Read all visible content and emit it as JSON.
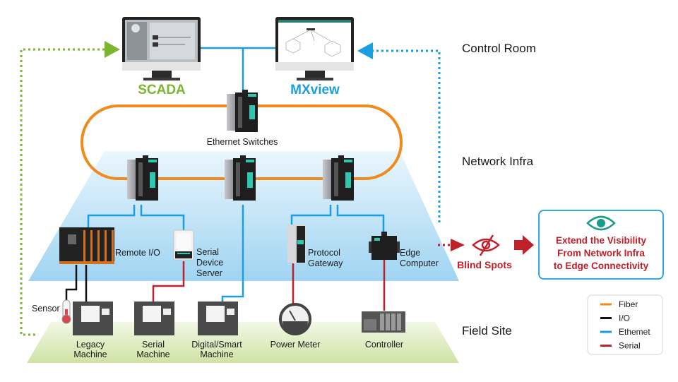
{
  "zones": {
    "control_room": "Control Room",
    "network_infra": "Network Infra",
    "field_site": "Field Site"
  },
  "apps": {
    "scada": "SCADA",
    "mxview": "MXview"
  },
  "network": {
    "switches_label": "Ethernet Switches"
  },
  "edge_devices": {
    "remote_io": "Remote I/O",
    "serial_device_server": [
      "Serial",
      "Device",
      "Server"
    ],
    "protocol_gateway": [
      "Protocol",
      "Gateway"
    ],
    "edge_computer": [
      "Edge",
      "Computer"
    ]
  },
  "field_devices": {
    "sensor": "Sensor",
    "legacy_machine": [
      "Legacy",
      "Machine"
    ],
    "serial_machine": [
      "Serial",
      "Machine"
    ],
    "digital_smart_machine": [
      "Digital/Smart",
      "Machine"
    ],
    "power_meter": "Power Meter",
    "controller": "Controller"
  },
  "blind_spots": "Blind Spots",
  "callout": [
    "Extend the Visibility",
    "From Network Infra",
    "to Edge Connectivity"
  ],
  "legend": [
    {
      "label": "Fiber",
      "color": "#f08a1c"
    },
    {
      "label": "I/O",
      "color": "#111111"
    },
    {
      "label": "Ethemet",
      "color": "#1a9ee0"
    },
    {
      "label": "Serial",
      "color": "#c0202a"
    }
  ],
  "colors": {
    "fiber": "#f08a1c",
    "ethernet": "#1a9ee0",
    "serial": "#c0202a",
    "io": "#111111",
    "scada_green": "#7ab62e",
    "alert_red": "#c0202a",
    "eye_teal": "#1a9a8a"
  }
}
